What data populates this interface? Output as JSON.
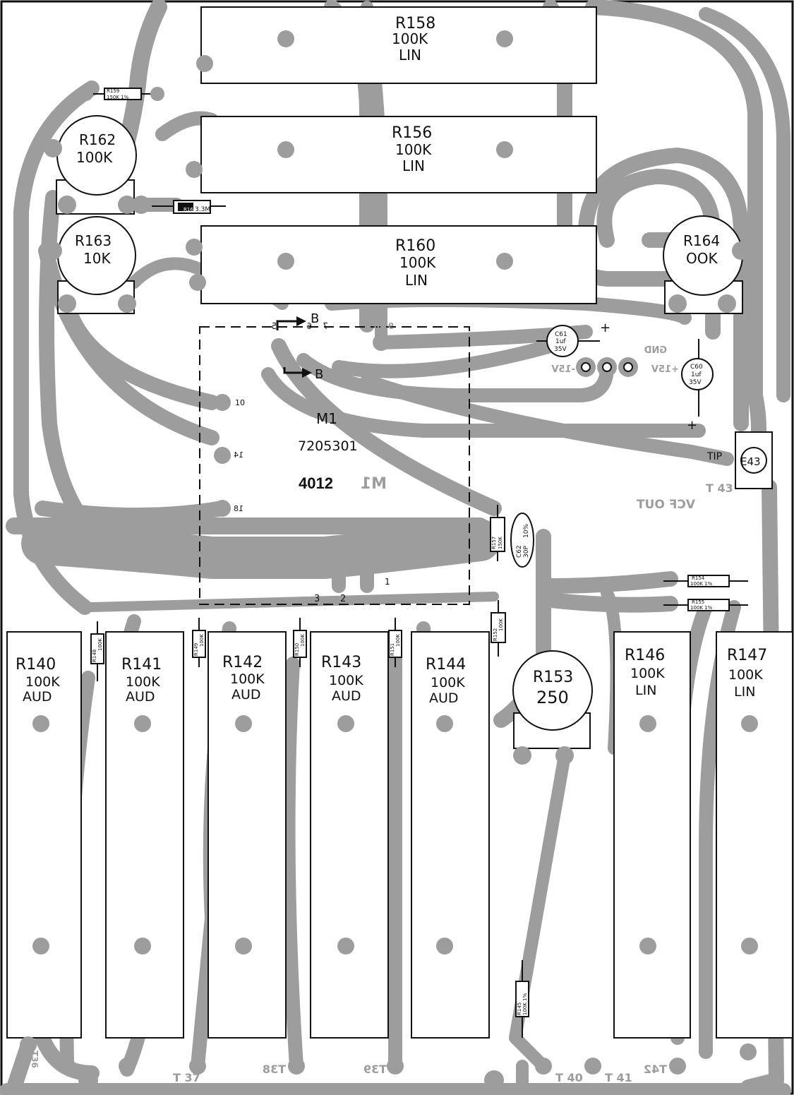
{
  "sliders_top": [
    {
      "ref": "R158",
      "value": "100K",
      "taper": "LIN"
    },
    {
      "ref": "R156",
      "value": "100K",
      "taper": "LIN"
    },
    {
      "ref": "R160",
      "value": "100K",
      "taper": "LIN"
    }
  ],
  "sliders_bottom": [
    {
      "ref": "R140",
      "value": "100K",
      "taper": "AUD"
    },
    {
      "ref": "R141",
      "value": "100K",
      "taper": "AUD"
    },
    {
      "ref": "R142",
      "value": "100K",
      "taper": "AUD"
    },
    {
      "ref": "R143",
      "value": "100K",
      "taper": "AUD"
    },
    {
      "ref": "R144",
      "value": "100K",
      "taper": "AUD"
    },
    {
      "ref": "R146",
      "value": "100K",
      "taper": "LIN"
    },
    {
      "ref": "R147",
      "value": "100K",
      "taper": "LIN"
    }
  ],
  "trimmers": [
    {
      "ref": "R162",
      "value": "100K"
    },
    {
      "ref": "R163",
      "value": "10K"
    },
    {
      "ref": "R164",
      "value": "OOK"
    },
    {
      "ref": "R153",
      "value": "250"
    }
  ],
  "module": {
    "ref": "M1",
    "part_number": "7205301",
    "code": "4012",
    "mirrored_ref": "M1"
  },
  "ic_pins": [
    "10",
    "14",
    "18",
    "1",
    "2",
    "3",
    "5",
    "6",
    "7",
    "8",
    "9"
  ],
  "jumper_label": "B",
  "capacitors": [
    {
      "ref": "C61",
      "value": "1uf",
      "voltage": "35V"
    },
    {
      "ref": "C60",
      "value": "1uf",
      "voltage": "35V"
    },
    {
      "ref": "C62",
      "value": "30P",
      "tolerance": "10%"
    }
  ],
  "small_resistors": [
    {
      "ref": "R159",
      "value": "150K 1%"
    },
    {
      "ref": "R161",
      "value": "3.3M"
    },
    {
      "ref": "R157",
      "value": "150K"
    },
    {
      "ref": "R154",
      "value": "100K 1%"
    },
    {
      "ref": "R155",
      "value": "100K 1%"
    },
    {
      "ref": "R148",
      "value": "100K"
    },
    {
      "ref": "R149",
      "value": "100K"
    },
    {
      "ref": "R150",
      "value": "100K"
    },
    {
      "ref": "R151",
      "value": "100K"
    },
    {
      "ref": "R152",
      "value": "100K"
    },
    {
      "ref": "R145",
      "value": "100K 1%"
    }
  ],
  "power": {
    "gnd": "GND",
    "pos": "+15V",
    "neg": "-15V",
    "plus_sign": "+"
  },
  "output": {
    "tip": "TIP",
    "jack": "E43",
    "terminal": "T 43",
    "label": "VCF OUT"
  },
  "terminals": [
    {
      "label": "T 37"
    },
    {
      "label": "T38"
    },
    {
      "label": "T39"
    },
    {
      "label": "T 40"
    },
    {
      "label": "T 41"
    },
    {
      "label": "T42"
    }
  ],
  "mirrored_terminal": "T36"
}
